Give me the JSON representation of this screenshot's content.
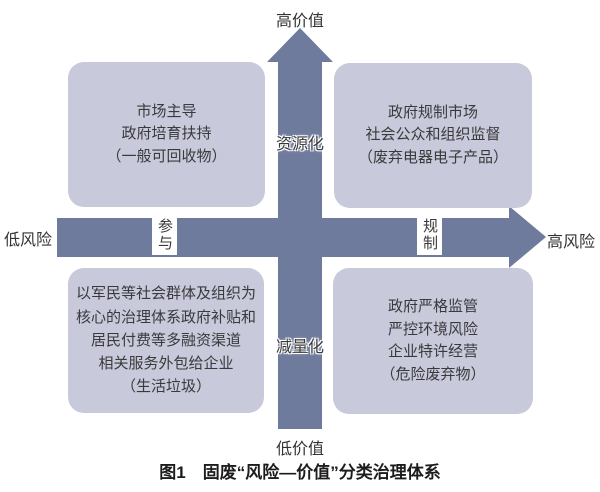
{
  "figure": {
    "axis_labels": {
      "top": "高价值",
      "bottom": "低价值",
      "left": "低风险",
      "right": "高风险"
    },
    "arrow_labels": {
      "vertical_top": "资源化",
      "vertical_bottom": "减量化",
      "horizontal_left": "参与",
      "horizontal_right": "规制"
    },
    "quadrants": {
      "top_left": {
        "lines": [
          "市场主导",
          "政府培育扶持",
          "（一般可回收物）"
        ]
      },
      "top_right": {
        "lines": [
          "政府规制市场",
          "社会公众和组织监督",
          "（废弃电器电子产品）"
        ]
      },
      "bottom_left": {
        "lines": [
          "以军民等社会群体及组织为",
          "核心的治理体系政府补贴和",
          "居民付费等多融资渠道",
          "相关服务外包给企业",
          "（生活垃圾）"
        ]
      },
      "bottom_right": {
        "lines": [
          "政府严格监管",
          "严控环境风险",
          "企业特许经营",
          "（危险废弃物）"
        ]
      }
    },
    "caption": "图1　固废“风险—价值”分类治理体系",
    "colors": {
      "arrow": "#6f7b9d",
      "box": "#c8c9da",
      "box_text": "#3a3a3c",
      "caption_text": "#1c1c1c",
      "background": "#ffffff"
    }
  }
}
